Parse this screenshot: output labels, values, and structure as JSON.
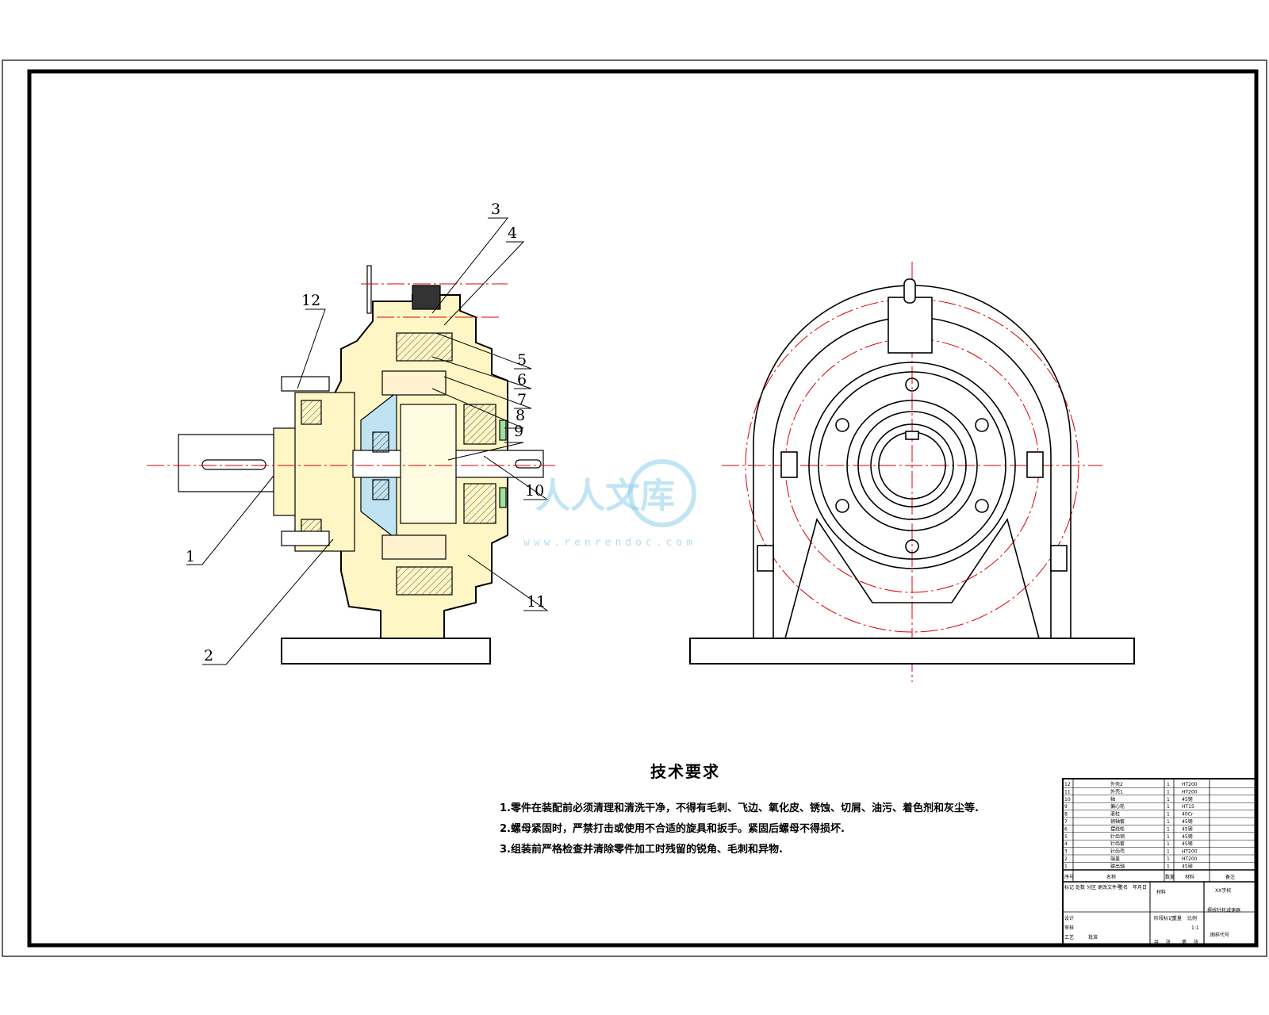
{
  "drawing": {
    "tech_title": "技术要求",
    "notes": [
      "1.零件在装配前必须清理和清洗干净，不得有毛刺、飞边、氧化皮、锈蚀、切屑、油污、着色剂和灰尘等.",
      "2.螺母紧固时，严禁打击或使用不合适的旋具和扳手。紧固后螺母不得损坏.",
      "3.组装前严格检查并清除零件加工时残留的锐角、毛刺和异物."
    ],
    "callouts": [
      "1",
      "2",
      "3",
      "4",
      "5",
      "6",
      "7",
      "8",
      "9",
      "10",
      "11",
      "12"
    ]
  },
  "watermark": {
    "text": "人人文库",
    "url": "www.renrendoc.com"
  },
  "title_block": {
    "bom_rows": [
      {
        "no": "12",
        "name": "外壳2",
        "qty": "1",
        "mat": "HT200"
      },
      {
        "no": "11",
        "name": "外壳1",
        "qty": "1",
        "mat": "HT200"
      },
      {
        "no": "10",
        "name": "轴",
        "qty": "1",
        "mat": "45钢"
      },
      {
        "no": "9",
        "name": "偏心轮",
        "qty": "1",
        "mat": "HT15"
      },
      {
        "no": "8",
        "name": "滚柱",
        "qty": "1",
        "mat": "40Cr"
      },
      {
        "no": "7",
        "name": "销轴套",
        "qty": "1",
        "mat": "45钢"
      },
      {
        "no": "6",
        "name": "摆线轮",
        "qty": "1",
        "mat": "45钢"
      },
      {
        "no": "5",
        "name": "针齿销",
        "qty": "1",
        "mat": "45钢"
      },
      {
        "no": "4",
        "name": "针齿套",
        "qty": "1",
        "mat": "45钢"
      },
      {
        "no": "3",
        "name": "针齿壳",
        "qty": "1",
        "mat": "HT200"
      },
      {
        "no": "2",
        "name": "端盖",
        "qty": "1",
        "mat": "HT200"
      },
      {
        "no": "1",
        "name": "输出轴",
        "qty": "1",
        "mat": "45钢"
      }
    ],
    "header": [
      "序号",
      "名称",
      "数量",
      "材料",
      "备注"
    ],
    "school": "XX学校",
    "drawing_name": "摆线针轮减速器",
    "material_label": "材料",
    "scale": "1:1",
    "drawing_no_label": "图样代号",
    "cells": [
      "标记",
      "处数",
      "分区",
      "更改文件号",
      "签名",
      "年月日",
      "设计",
      "审核",
      "工艺",
      "批准",
      "阶段标记",
      "重量",
      "比例",
      "共",
      "张",
      "第",
      "张"
    ]
  }
}
